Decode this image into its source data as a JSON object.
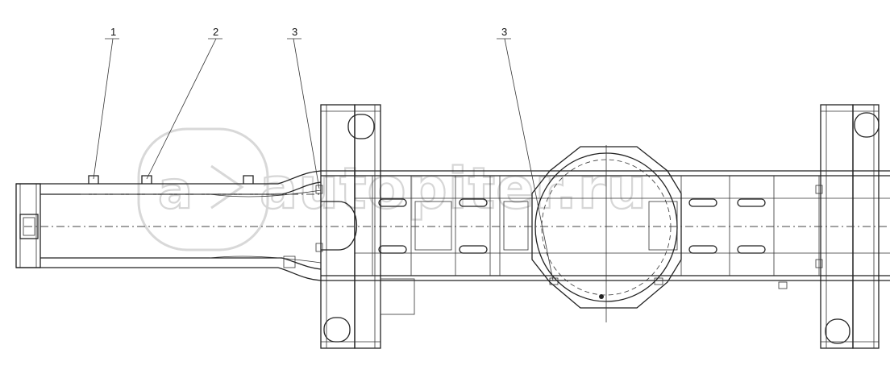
{
  "callouts": [
    {
      "label": "1"
    },
    {
      "label": "2"
    },
    {
      "label": "3"
    },
    {
      "label": "3"
    }
  ],
  "watermark": "autopiter.ru",
  "colors": {
    "line": "#222222",
    "watermark": "#d6d6d6",
    "background": "#ffffff"
  }
}
